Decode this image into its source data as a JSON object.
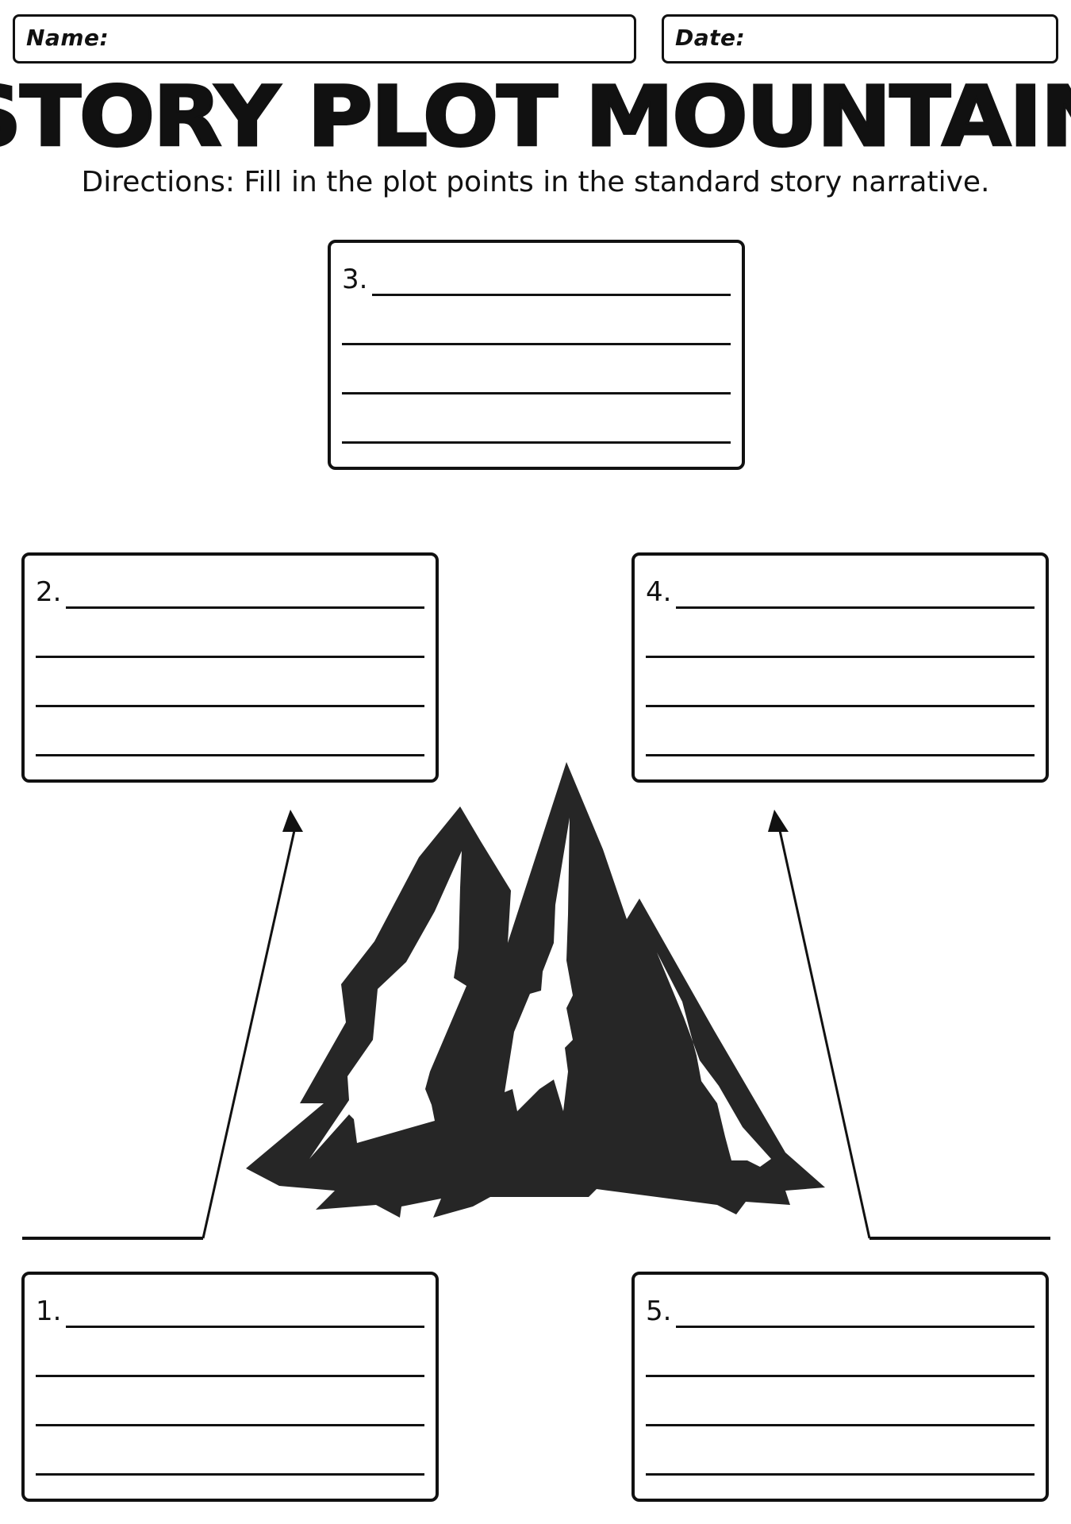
{
  "header": {
    "name_label": "Name:",
    "date_label": "Date:"
  },
  "title": "STORY PLOT MOUNTAIN",
  "directions": "Directions: Fill in the plot points in the standard story narrative.",
  "boxes": [
    {
      "number": "1."
    },
    {
      "number": "2."
    },
    {
      "number": "3."
    },
    {
      "number": "4."
    },
    {
      "number": "5."
    }
  ],
  "icons": [
    "mountain-icon",
    "arrow-up-icon"
  ],
  "colors": {
    "ink": "#111111",
    "mountain": "#262626",
    "paper": "#ffffff"
  }
}
